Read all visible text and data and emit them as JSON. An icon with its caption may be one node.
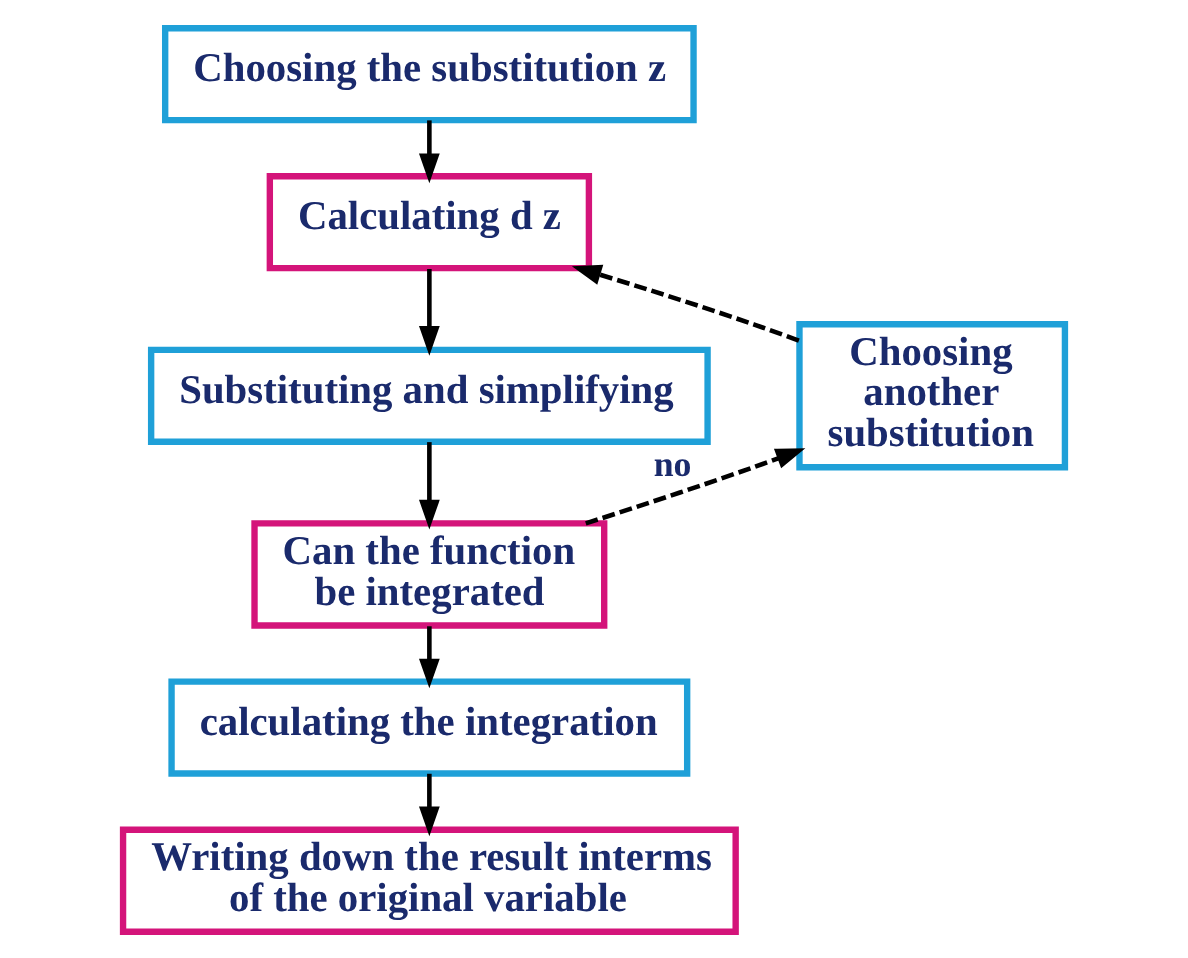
{
  "diagram": {
    "nodes": [
      {
        "text": [
          "Choosing the substitution z"
        ]
      },
      {
        "text": [
          "Calculating d z"
        ]
      },
      {
        "text": [
          "Substituting and simplifying"
        ]
      },
      {
        "text": [
          "Can the function be integrated"
        ]
      },
      {
        "text": [
          "calculating the integration"
        ]
      },
      {
        "text": [
          "Writing down the result interms of the original variable"
        ]
      },
      {
        "text": [
          "Choosing another substitution"
        ]
      }
    ],
    "edges": [
      {
        "from": 0,
        "to": 1,
        "arrow": "to"
      },
      {
        "from": 1,
        "to": 2,
        "arrow": "to"
      },
      {
        "from": 2,
        "to": 3,
        "arrow": "to"
      },
      {
        "from": 3,
        "to": 4,
        "arrow": "to"
      },
      {
        "from": 4,
        "to": 5,
        "arrow": "to"
      },
      {
        "from": 3,
        "to": 6,
        "arrow": "to",
        "label": "no",
        "style": "dashed"
      },
      {
        "from": 6,
        "to": 1,
        "arrow": "to",
        "style": "dashed"
      }
    ]
  }
}
